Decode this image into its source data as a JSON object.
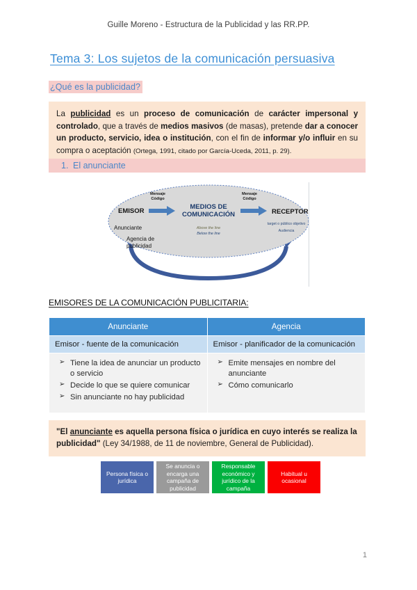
{
  "document": {
    "header": "Guille Moreno - Estructura de la Publicidad y las RR.PP.",
    "title": "Tema 3: Los sujetos de la comunicación persuasiva",
    "page_number": "1"
  },
  "sections": {
    "question_heading": "¿Qué es la publicidad?",
    "definition": {
      "part1": "La ",
      "term": "publicidad",
      "part2": " es un ",
      "b1": "proceso de comunicación",
      "part3": " de ",
      "b2": "carácter impersonal y controlado",
      "part4": ", que a través de ",
      "b3": "medios masivos",
      "part5": " (de masas), pretende ",
      "b4": "dar a conocer un producto, servicio, idea o institución",
      "part6": ", con el fin de ",
      "b5": "informar y/o influir",
      "part7": " en su compra o aceptación ",
      "citation": "(Ortega, 1991, citado por García-Uceda, 2011, p. 29)."
    },
    "numbered_item": {
      "number": "1.",
      "label": "El anunciante"
    },
    "emisores_heading": "EMISORES DE LA COMUNICACIÓN PUBLICITARIA:"
  },
  "diagram": {
    "emisor_title": "EMISOR",
    "emisor_sub1": "Anunciante",
    "emisor_sub2_line1": "Agencia de",
    "emisor_sub2_line2": "publicidad",
    "arrow1_line1": "Mensaje",
    "arrow1_line2": "Código",
    "center_line1": "MEDIOS DE",
    "center_line2": "COMUNICACIÓN",
    "center_sub1": "Above the line",
    "center_sub2": "Below the line",
    "arrow2_line1": "Mensaje",
    "arrow2_line2": "Código",
    "receptor_title": "RECEPTOR",
    "receptor_sub1": "target o público objetivo",
    "receptor_sub2": "Audiencia"
  },
  "table": {
    "headers": [
      "Anunciante",
      "Agencia"
    ],
    "subheaders": [
      "Emisor - fuente de la comunicación",
      "Emisor - planificador de la comunicación"
    ],
    "column1_bullets": [
      "Tiene la idea de anunciar un producto o servicio",
      "Decide lo que se quiere comunicar",
      "Sin anunciante no hay publicidad"
    ],
    "column2_bullets": [
      "Emite mensajes en nombre del anunciante",
      "Cómo comunicarlo"
    ]
  },
  "quote": {
    "open": "\"El ",
    "term": "anunciante",
    "bold_part": " es aquella persona física o jurídica en cuyo interés se realiza la publicidad\"",
    "rest": " (Ley 34/1988, de 11 de noviembre, General de Publicidad)."
  },
  "boxes": [
    {
      "text": "Persona física o jurídica",
      "color": "#4a66ab"
    },
    {
      "text": "Se anuncia o encarga una campaña de publicidad",
      "color": "#9a9a9a"
    },
    {
      "text": "Responsable económico y jurídico de la campaña",
      "color": "#00b140"
    },
    {
      "text": "Habitual u ocasional",
      "color": "#fa0000"
    }
  ],
  "colors": {
    "title_blue": "#3d8fd6",
    "pink_highlight": "#f6ccca",
    "peach_box": "#fbe5d2",
    "table_header_blue": "#3f8ed0",
    "table_sub_blue": "#c6ddf2",
    "table_body_gray": "#f2f2f2"
  }
}
